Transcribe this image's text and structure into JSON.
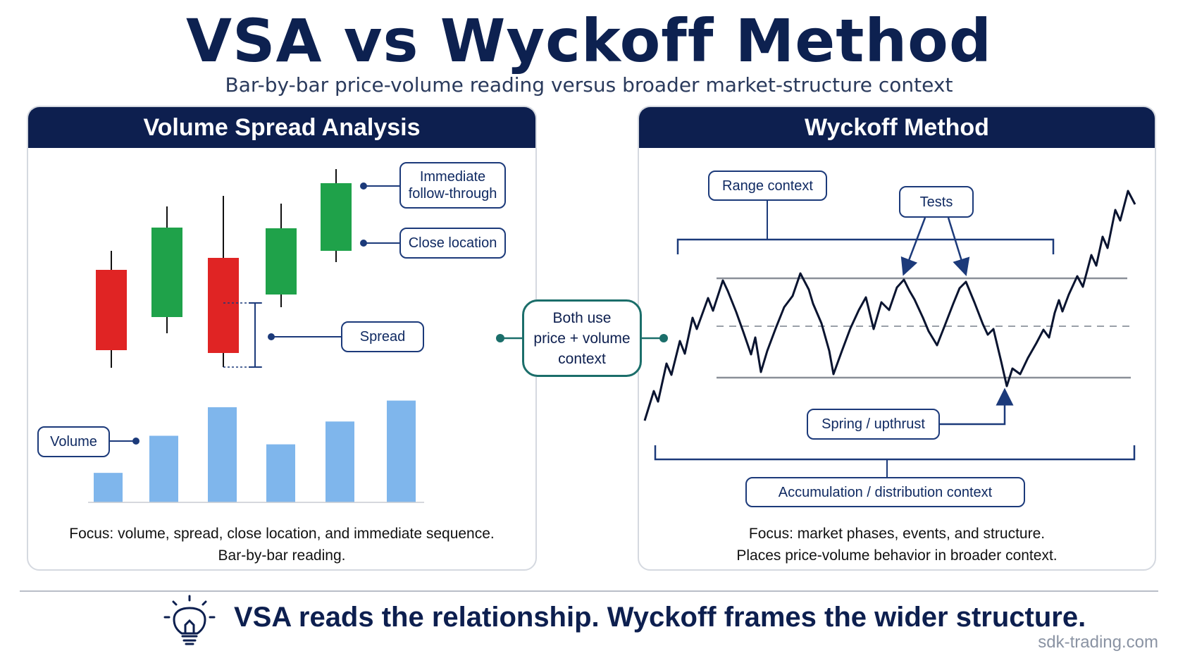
{
  "title": "VSA vs Wyckoff Method",
  "subtitle": "Bar-by-bar price-volume reading versus broader market-structure context",
  "left_panel": {
    "header": "Volume Spread Analysis",
    "labels": {
      "follow_through_line1": "Immediate",
      "follow_through_line2": "follow-through",
      "close_location": "Close location",
      "spread": "Spread",
      "volume": "Volume"
    },
    "focus_line1": "Focus: volume, spread, close location, and immediate sequence.",
    "focus_line2": "Bar-by-bar reading."
  },
  "center": {
    "line1": "Both use",
    "line2": "price + volume",
    "line3": "context"
  },
  "right_panel": {
    "header": "Wyckoff Method",
    "labels": {
      "range_context": "Range context",
      "tests": "Tests",
      "spring_upthrust": "Spring / upthrust",
      "accumulation": "Accumulation / distribution context"
    },
    "focus_line1": "Focus: market phases, events, and structure.",
    "focus_line2": "Places price-volume behavior in broader context."
  },
  "bottom_text": "VSA reads the relationship. Wyckoff frames the wider structure.",
  "watermark": "sdk-trading.com",
  "icons": [
    "lightbulb-icon"
  ],
  "colors": {
    "navy": "#0d1f4f",
    "bull": "#1fa24a",
    "bear": "#e02424",
    "volume": "#7fb6ec",
    "teal": "#1b6e6a"
  },
  "candles": [
    {
      "direction": "down"
    },
    {
      "direction": "up"
    },
    {
      "direction": "down"
    },
    {
      "direction": "up"
    },
    {
      "direction": "up"
    }
  ],
  "volume_bar_levels": [
    0.31,
    0.7,
    1.0,
    0.61,
    0.85,
    1.07
  ]
}
